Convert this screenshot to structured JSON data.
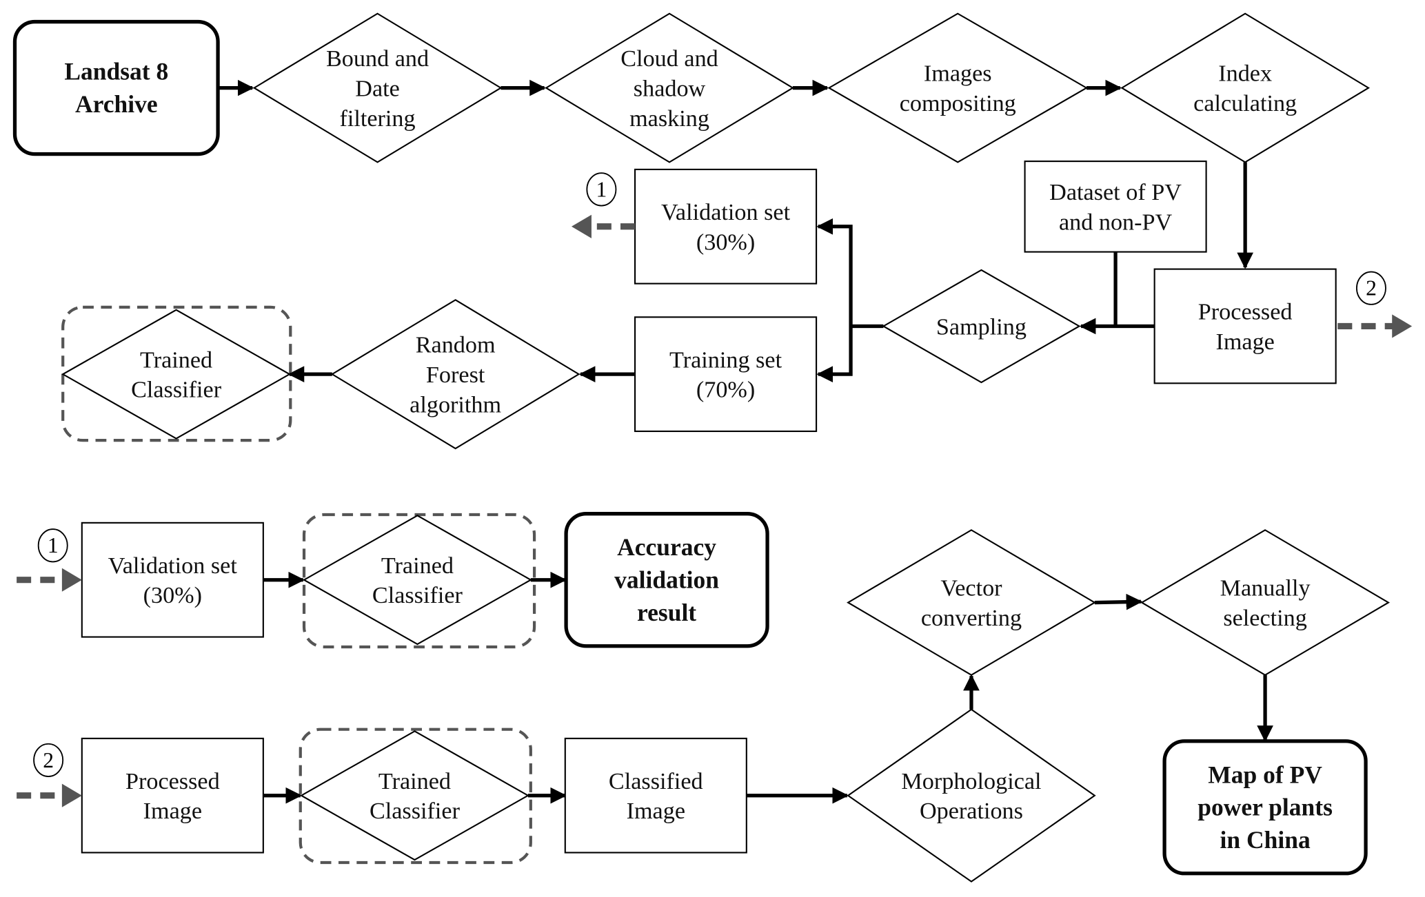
{
  "diagram": {
    "nodes": {
      "landsat": {
        "lines": [
          "Landsat 8",
          "Archive"
        ],
        "shape": "terminal"
      },
      "bound": {
        "lines": [
          "Bound and",
          "Date",
          "filtering"
        ],
        "shape": "diamond"
      },
      "cloud": {
        "lines": [
          "Cloud and",
          "shadow",
          "masking"
        ],
        "shape": "diamond"
      },
      "composite": {
        "lines": [
          "Images",
          "compositing"
        ],
        "shape": "diamond"
      },
      "index": {
        "lines": [
          "Index",
          "calculating"
        ],
        "shape": "diamond"
      },
      "processed_top": {
        "lines": [
          "Processed",
          "Image"
        ],
        "shape": "box"
      },
      "dataset": {
        "lines": [
          "Dataset of PV",
          "and non-PV"
        ],
        "shape": "box"
      },
      "sampling": {
        "lines": [
          "Sampling"
        ],
        "shape": "diamond"
      },
      "validation_top": {
        "lines": [
          "Validation set",
          "(30%)"
        ],
        "shape": "box"
      },
      "training": {
        "lines": [
          "Training set",
          "(70%)"
        ],
        "shape": "box"
      },
      "random_forest": {
        "lines": [
          "Random",
          "Forest",
          "algorithm"
        ],
        "shape": "diamond"
      },
      "trained_top": {
        "lines": [
          "Trained",
          "Classifier"
        ],
        "shape": "diamond-grouped"
      },
      "validation_bottom": {
        "lines": [
          "Validation set",
          "(30%)"
        ],
        "shape": "box"
      },
      "trained_val": {
        "lines": [
          "Trained",
          "Classifier"
        ],
        "shape": "diamond-grouped"
      },
      "accuracy": {
        "lines": [
          "Accuracy",
          "validation",
          "result"
        ],
        "shape": "terminal"
      },
      "processed_bottom": {
        "lines": [
          "Processed",
          "Image"
        ],
        "shape": "box"
      },
      "trained_map": {
        "lines": [
          "Trained",
          "Classifier"
        ],
        "shape": "diamond-grouped"
      },
      "classified": {
        "lines": [
          "Classified",
          "Image"
        ],
        "shape": "box"
      },
      "morph": {
        "lines": [
          "Morphological",
          "Operations"
        ],
        "shape": "diamond"
      },
      "vector": {
        "lines": [
          "Vector",
          "converting"
        ],
        "shape": "diamond"
      },
      "manual": {
        "lines": [
          "Manually",
          "selecting"
        ],
        "shape": "diamond"
      },
      "map": {
        "lines": [
          "Map of PV",
          "power plants",
          "in China"
        ],
        "shape": "terminal"
      }
    },
    "connectors": {
      "c1_out": "1",
      "c2_out": "2",
      "c1_in": "1",
      "c2_in": "2"
    },
    "colors": {
      "stroke": "#000000",
      "dashed": "#555555",
      "background": "#ffffff"
    }
  }
}
